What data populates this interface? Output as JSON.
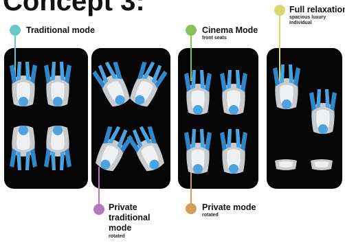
{
  "title": "Concept 3:",
  "modes": [
    {
      "id": "traditional",
      "label": "Traditional mode",
      "sub": "",
      "color": "#6cc8c6"
    },
    {
      "id": "private-traditional",
      "label_lines": [
        "Private",
        "traditional",
        "mode"
      ],
      "sub": "rotated",
      "color": "#b279bd"
    },
    {
      "id": "cinema",
      "label": "Cinema Mode",
      "sub": "front seats",
      "color": "#86c45b"
    },
    {
      "id": "private",
      "label": "Private mode",
      "sub": "rotated",
      "color": "#d39e5c"
    },
    {
      "id": "full-relaxation",
      "label": "Full relaxation",
      "sub_lines": [
        "spacious luxury",
        "Individual"
      ],
      "color": "#dbd86c"
    }
  ],
  "colors": {
    "panel": "#050505",
    "seat_blue": "#2f86c9",
    "seat_blue_light": "#4da3e0",
    "seat_gray": "#c9cccf",
    "seat_white": "#eef0f2"
  }
}
